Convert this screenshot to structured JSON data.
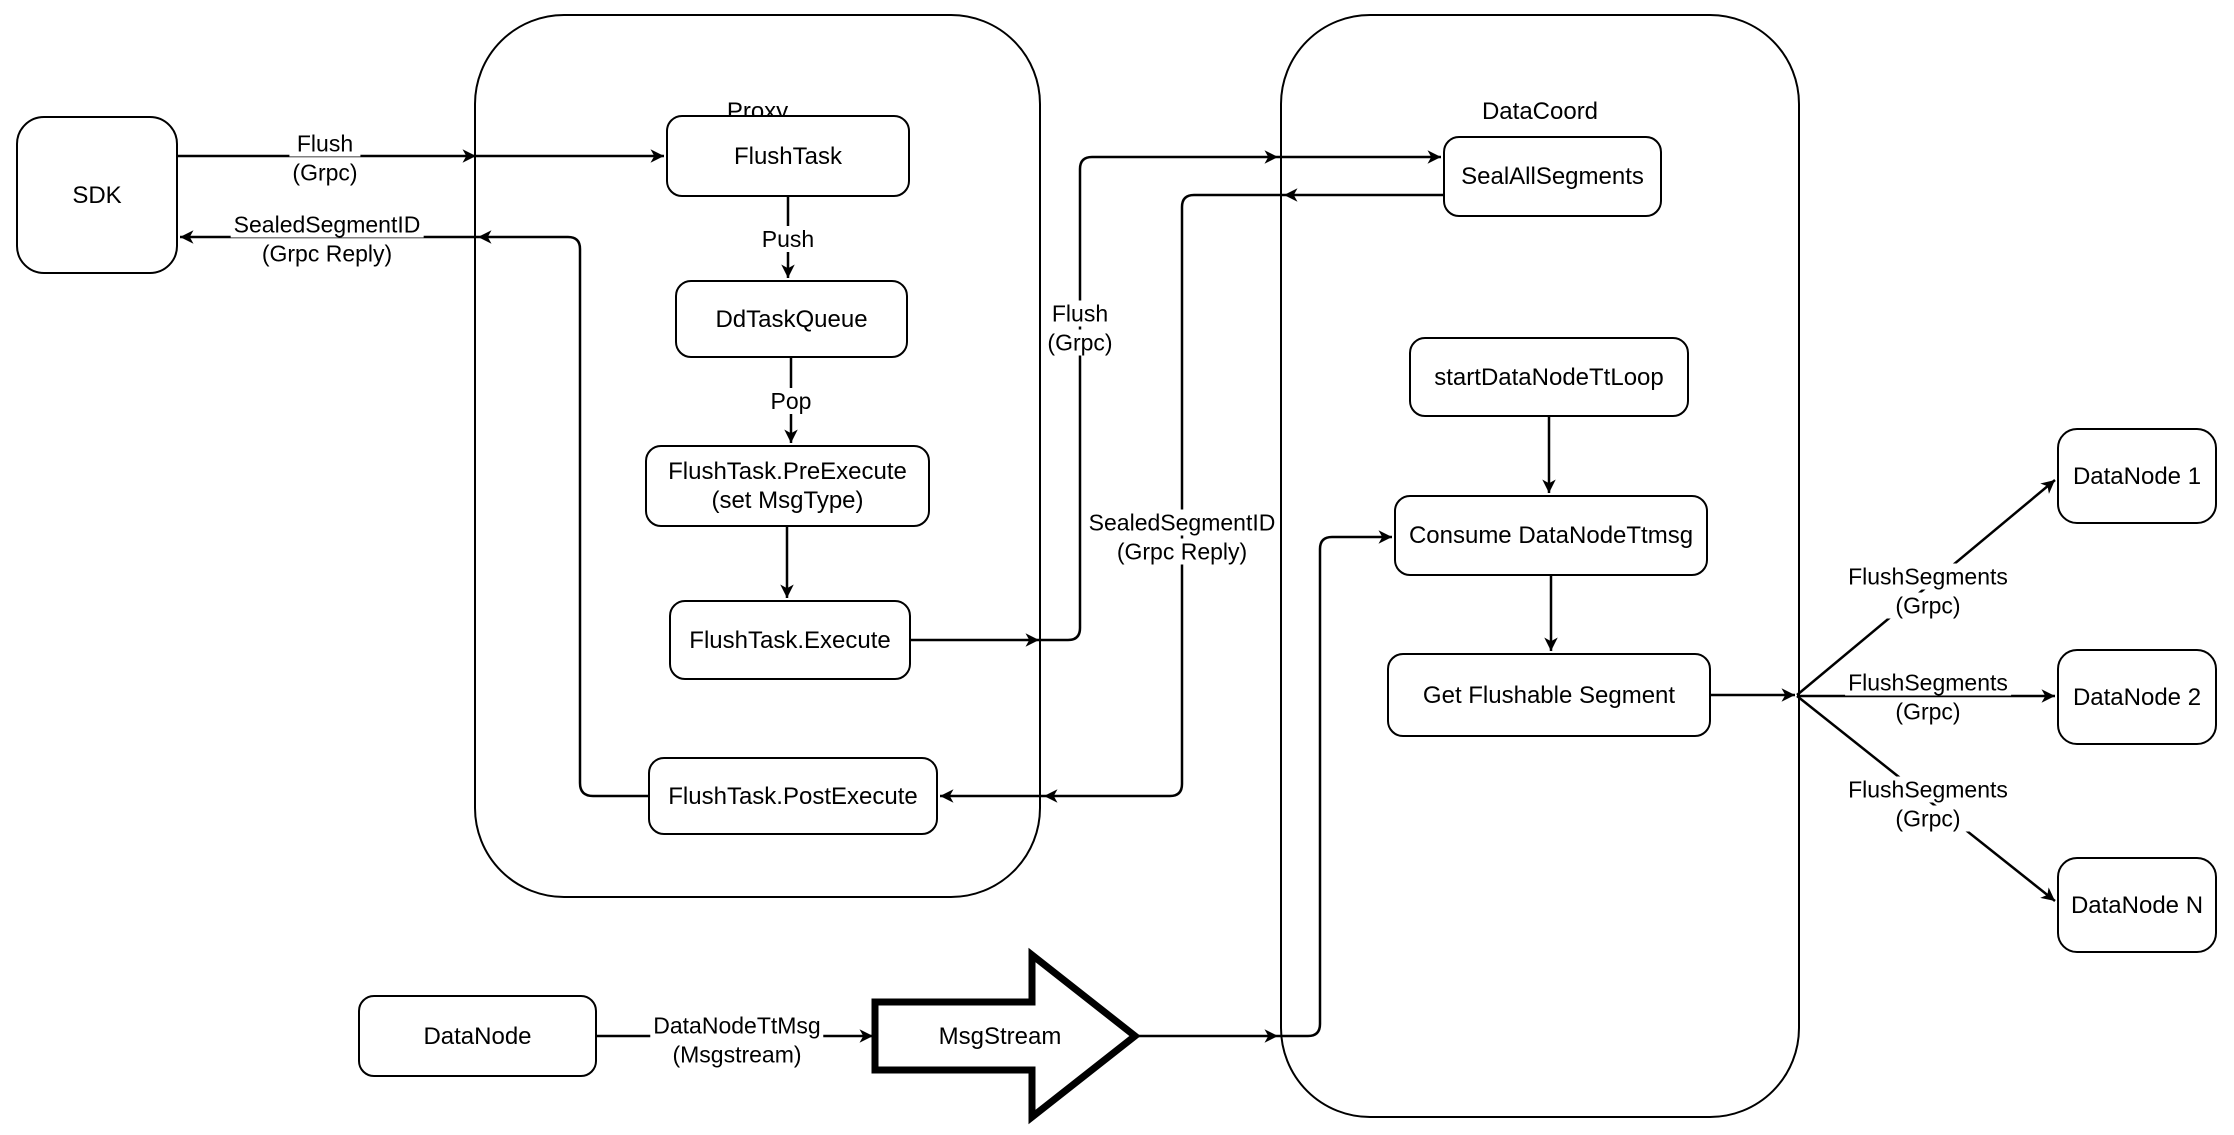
{
  "colors": {
    "stroke": "#000000",
    "background": "#ffffff",
    "node_fill": "#ffffff"
  },
  "containers": {
    "proxy": {
      "title": "Proxy"
    },
    "datacoord": {
      "title": "DataCoord"
    }
  },
  "nodes": {
    "sdk": {
      "label": "SDK"
    },
    "flush_task": {
      "label": "FlushTask"
    },
    "dd_task_queue": {
      "label": "DdTaskQueue"
    },
    "flush_task_pre_execute": {
      "line1": "FlushTask.PreExecute",
      "line2": "(set MsgType)"
    },
    "flush_task_execute": {
      "label": "FlushTask.Execute"
    },
    "flush_task_post_execute": {
      "label": "FlushTask.PostExecute"
    },
    "seal_all_segments": {
      "label": "SealAllSegments"
    },
    "start_data_node_tt_loop": {
      "label": "startDataNodeTtLoop"
    },
    "consume_data_node_ttmsg": {
      "label": "Consume DataNodeTtmsg"
    },
    "get_flushable_segment": {
      "label": "Get Flushable Segment"
    },
    "data_node_1": {
      "label": "DataNode 1"
    },
    "data_node_2": {
      "label": "DataNode 2"
    },
    "data_node_n": {
      "label": "DataNode N"
    },
    "data_node": {
      "label": "DataNode"
    },
    "msg_stream": {
      "label": "MsgStream"
    }
  },
  "edge_labels": {
    "flush_grpc": {
      "line1": "Flush",
      "line2": "(Grpc)"
    },
    "sealed_segment_id": {
      "line1": "SealedSegmentID",
      "line2": "(Grpc Reply)"
    },
    "push": "Push",
    "pop": "Pop",
    "flush_segments": {
      "line1": "FlushSegments",
      "line2": "(Grpc)"
    },
    "data_node_tt_msg": {
      "line1": "DataNodeTtMsg",
      "line2": "(Msgstream)"
    }
  }
}
